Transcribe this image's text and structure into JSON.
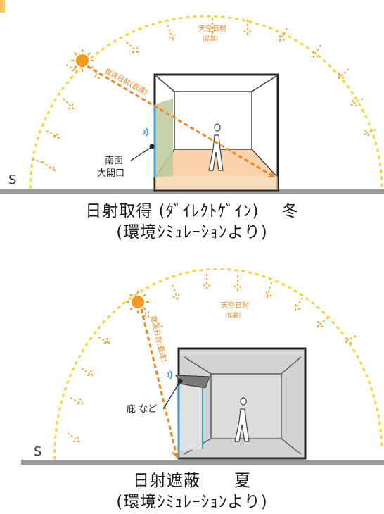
{
  "colors": {
    "sun": "#f29a1e",
    "arc": "#f3d443",
    "ray": "#e8892b",
    "diffuse_arrow": "#f0a94a",
    "floor_warm": "#f5c48f",
    "glass": "#3aa0d8",
    "ground": "#9a9a9a",
    "room_gray": "#d6d6d6",
    "label_orange": "#e58a2e"
  },
  "winter": {
    "sky_label_line1": "天空日射",
    "sky_label_line2": "(拡散)",
    "direct_label": "直達日射(直達)",
    "opening_label_line1": "南面",
    "opening_label_line2": "大開口",
    "south_label": "S",
    "caption_line1": "日射取得 (ﾀﾞｲﾚｸﾄｹﾞｲﾝ)　 冬",
    "caption_line2": "(環境ｼﾐｭﾚｰｼｮﾝより)"
  },
  "summer": {
    "sky_label_line1": "天空日射",
    "sky_label_line2": "(拡散)",
    "direct_label": "直達日射(直達)",
    "eave_label": "庇 など",
    "south_label": "S",
    "caption_line1": "日射遮蔽　　夏",
    "caption_line2": "(環境ｼﾐｭﾚｰｼｮﾝより)"
  }
}
